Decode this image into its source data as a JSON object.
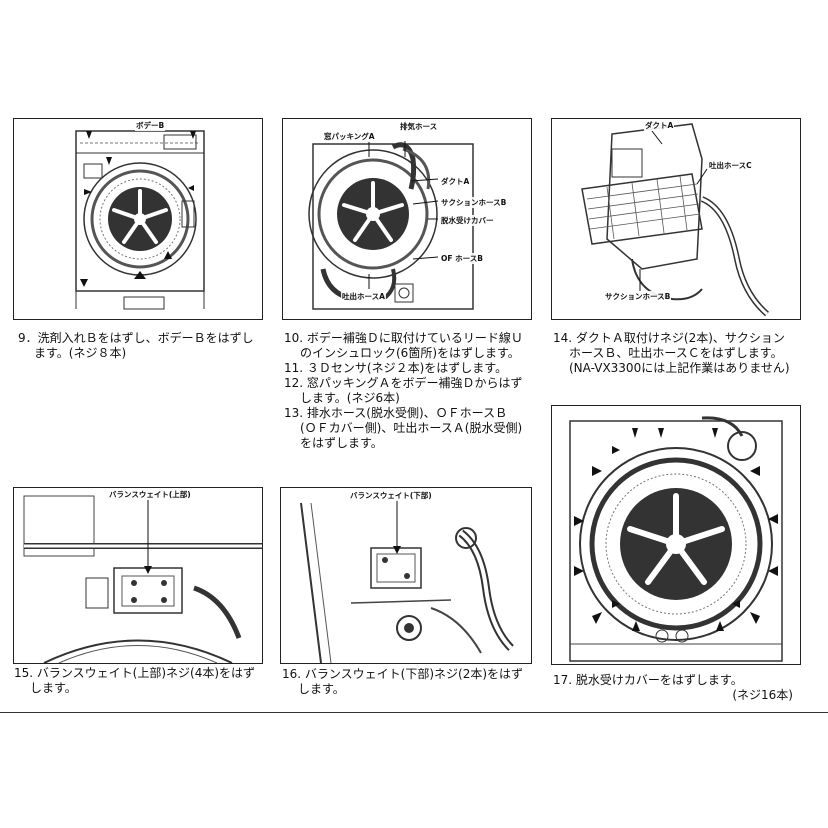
{
  "panels": {
    "p1": {
      "labels": {
        "body_b": "ボデーB"
      }
    },
    "p2": {
      "labels": {
        "window_packing": "窓パッキングA",
        "exhaust_hose": "排気ホース",
        "duct": "ダクトA",
        "suction_hose": "サクションホースB",
        "drain_cover": "脱水受けカバー",
        "of_hose": "OF ホースB",
        "outlet_hose": "吐出ホースA"
      }
    },
    "p3": {
      "labels": {
        "duct": "ダクトA",
        "outlet_hose": "吐出ホースC",
        "suction_hose": "サクションホースB"
      }
    },
    "p4": {
      "labels": {
        "balance_upper": "バランスウェイト(上部)"
      }
    },
    "p5": {
      "labels": {
        "balance_lower": "バランスウェイト(下部)"
      }
    }
  },
  "steps": {
    "s9": {
      "line1": "9．洗剤入れＢをはずし、ボデーＢをはずし",
      "line2": "ます。(ネジ８本)"
    },
    "s10": {
      "line1": "10. ボデー補強Ｄに取付けているリード線Ｕ",
      "line2": "のインシュロック(6箇所)をはずします。"
    },
    "s11": {
      "line1": "11. ３Ｄセンサ(ネジ２本)をはずします。"
    },
    "s12": {
      "line1": "12. 窓パッキングＡをボデー補強Ｄからはず",
      "line2": "します。(ネジ6本)"
    },
    "s13": {
      "line1": "13. 排水ホース(脱水受側)、ＯＦホースＢ",
      "line2": "(ＯＦカバー側)、吐出ホースＡ(脱水受側)",
      "line3": "をはずします。"
    },
    "s14": {
      "line1": "14. ダクトＡ取付けネジ(2本)、サクション",
      "line2": "ホースＢ、吐出ホースＣをはずします。",
      "line3": "(NA-VX3300には上記作業はありません)"
    },
    "s15": {
      "line1": "15. バランスウェイト(上部)ネジ(4本)をはず",
      "line2": "します。"
    },
    "s16": {
      "line1": "16. バランスウェイト(下部)ネジ(2本)をはず",
      "line2": "します。"
    },
    "s17": {
      "line1": "17. 脱水受けカバーをはずします。",
      "line2": "(ネジ16本)"
    }
  }
}
